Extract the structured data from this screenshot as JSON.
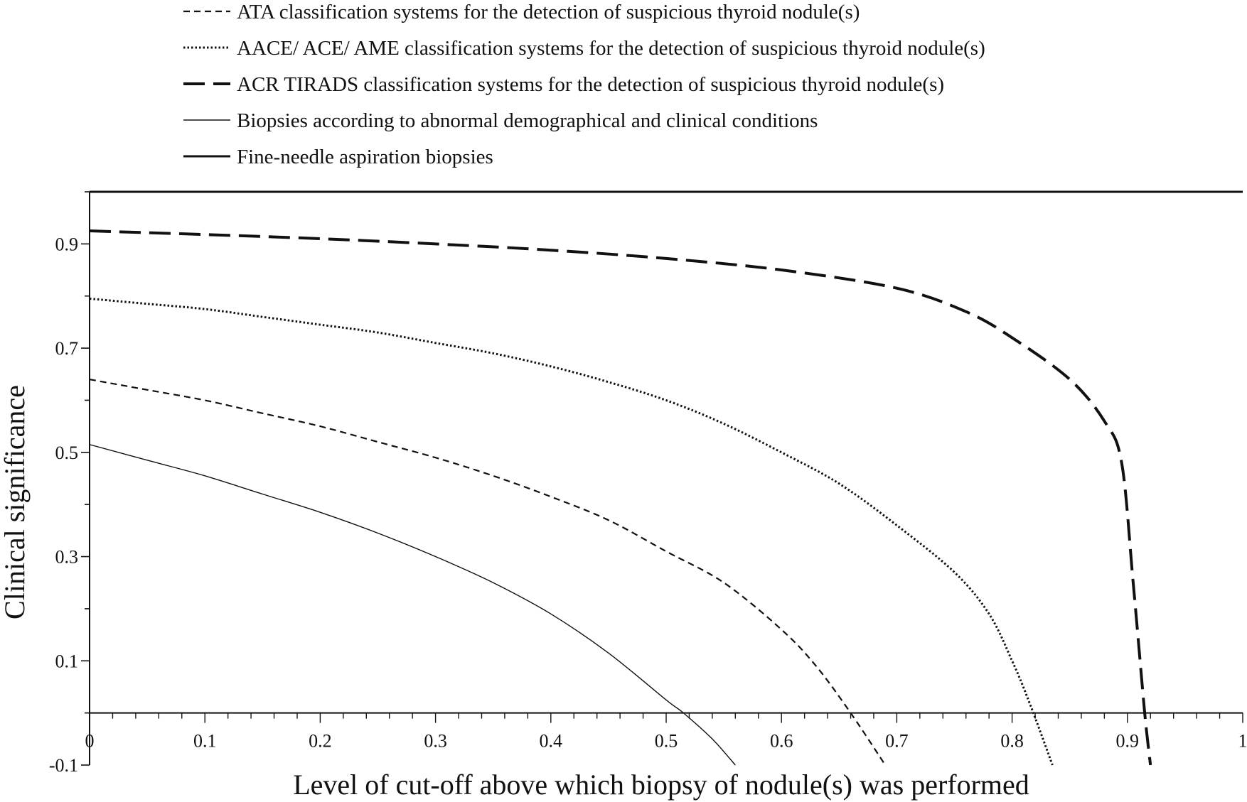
{
  "chart_data": {
    "type": "line",
    "title": "",
    "xlabel": "Level of cut-off above which biopsy of nodule(s) was performed",
    "ylabel": "Clinical significance",
    "xlim": [
      0,
      1
    ],
    "ylim": [
      -0.1,
      1.0
    ],
    "x_ticks": [
      "0",
      "0.1",
      "0.2",
      "0.3",
      "0.4",
      "0.5",
      "0.6",
      "0.7",
      "0.8",
      "0.9",
      "1"
    ],
    "y_ticks": [
      "-0.1",
      "0.1",
      "0.3",
      "0.5",
      "0.7",
      "0.9"
    ],
    "grid": false,
    "legend_position": "top",
    "series": [
      {
        "name": "ATA classification systems for the detection of suspicious thyroid nodule(s)",
        "style": "short-dash",
        "x": [
          0,
          0.05,
          0.1,
          0.15,
          0.2,
          0.25,
          0.3,
          0.35,
          0.4,
          0.45,
          0.5,
          0.55,
          0.6,
          0.63,
          0.66,
          0.69
        ],
        "y": [
          0.64,
          0.62,
          0.6,
          0.575,
          0.55,
          0.52,
          0.49,
          0.455,
          0.415,
          0.37,
          0.31,
          0.25,
          0.16,
          0.09,
          0.0,
          -0.1
        ]
      },
      {
        "name": "AACE/ ACE/ AME classification systems for the detection of suspicious thyroid nodule(s)",
        "style": "dotted",
        "x": [
          0,
          0.05,
          0.1,
          0.15,
          0.2,
          0.25,
          0.3,
          0.35,
          0.4,
          0.45,
          0.5,
          0.55,
          0.6,
          0.65,
          0.7,
          0.75,
          0.78,
          0.8,
          0.815,
          0.835
        ],
        "y": [
          0.795,
          0.785,
          0.775,
          0.76,
          0.745,
          0.73,
          0.71,
          0.69,
          0.665,
          0.635,
          0.6,
          0.555,
          0.5,
          0.44,
          0.36,
          0.27,
          0.19,
          0.1,
          0.02,
          -0.1
        ]
      },
      {
        "name": "ACR TIRADS classification systems for the detection of suspicious thyroid nodule(s)",
        "style": "long-dash",
        "x": [
          0,
          0.1,
          0.2,
          0.3,
          0.4,
          0.5,
          0.6,
          0.7,
          0.76,
          0.8,
          0.85,
          0.88,
          0.895,
          0.905,
          0.915,
          0.92
        ],
        "y": [
          0.925,
          0.918,
          0.91,
          0.9,
          0.888,
          0.872,
          0.85,
          0.815,
          0.77,
          0.72,
          0.64,
          0.56,
          0.48,
          0.25,
          0.0,
          -0.1
        ]
      },
      {
        "name": "Biopsies according to abnormal demographical and clinical conditions",
        "style": "thin-solid",
        "x": [
          0,
          0.05,
          0.1,
          0.15,
          0.2,
          0.25,
          0.3,
          0.35,
          0.4,
          0.45,
          0.5,
          0.515,
          0.54,
          0.56
        ],
        "y": [
          0.515,
          0.485,
          0.455,
          0.42,
          0.385,
          0.345,
          0.3,
          0.25,
          0.19,
          0.115,
          0.025,
          0.0,
          -0.05,
          -0.1
        ]
      },
      {
        "name": "Fine-needle aspiration biopsies",
        "style": "thick-solid",
        "x": [
          0,
          1
        ],
        "y": [
          1.0,
          1.0
        ]
      }
    ]
  }
}
